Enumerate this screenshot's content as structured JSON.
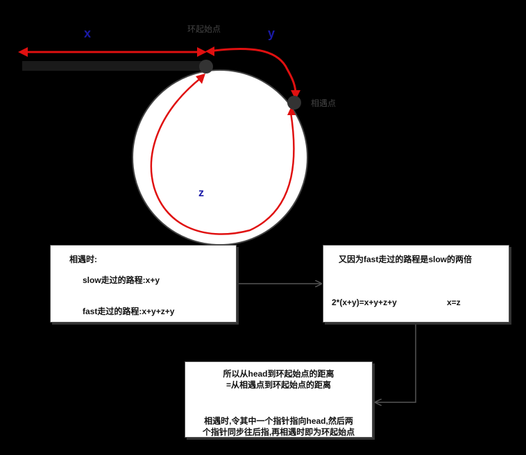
{
  "labels": {
    "x": "x",
    "y": "y",
    "z": "z",
    "ring_start": "环起始点",
    "meet_point": "相遇点"
  },
  "box_meet": {
    "title": "相遇时:",
    "slow": "slow走过的路程:x+y",
    "fast": "fast走过的路程:x+y+z+y"
  },
  "box_double": {
    "title": "又因为fast走过的路程是slow的两倍",
    "equation": "2*(x+y)=x+y+z+y",
    "result": "x=z"
  },
  "box_conclusion": {
    "line1": "所以从head到环起始点的距离",
    "line2": "=从相遇点到环起始点的距离",
    "line3": "相遇时,令其中一个指针指向head,然后两",
    "line4": "个指针同步往后指,再相遇时即为环起始点"
  },
  "colors": {
    "background": "#000000",
    "path": "#e01010",
    "label_blue": "#1a1aa8",
    "node": "#333333",
    "ring": "#ffffff"
  }
}
